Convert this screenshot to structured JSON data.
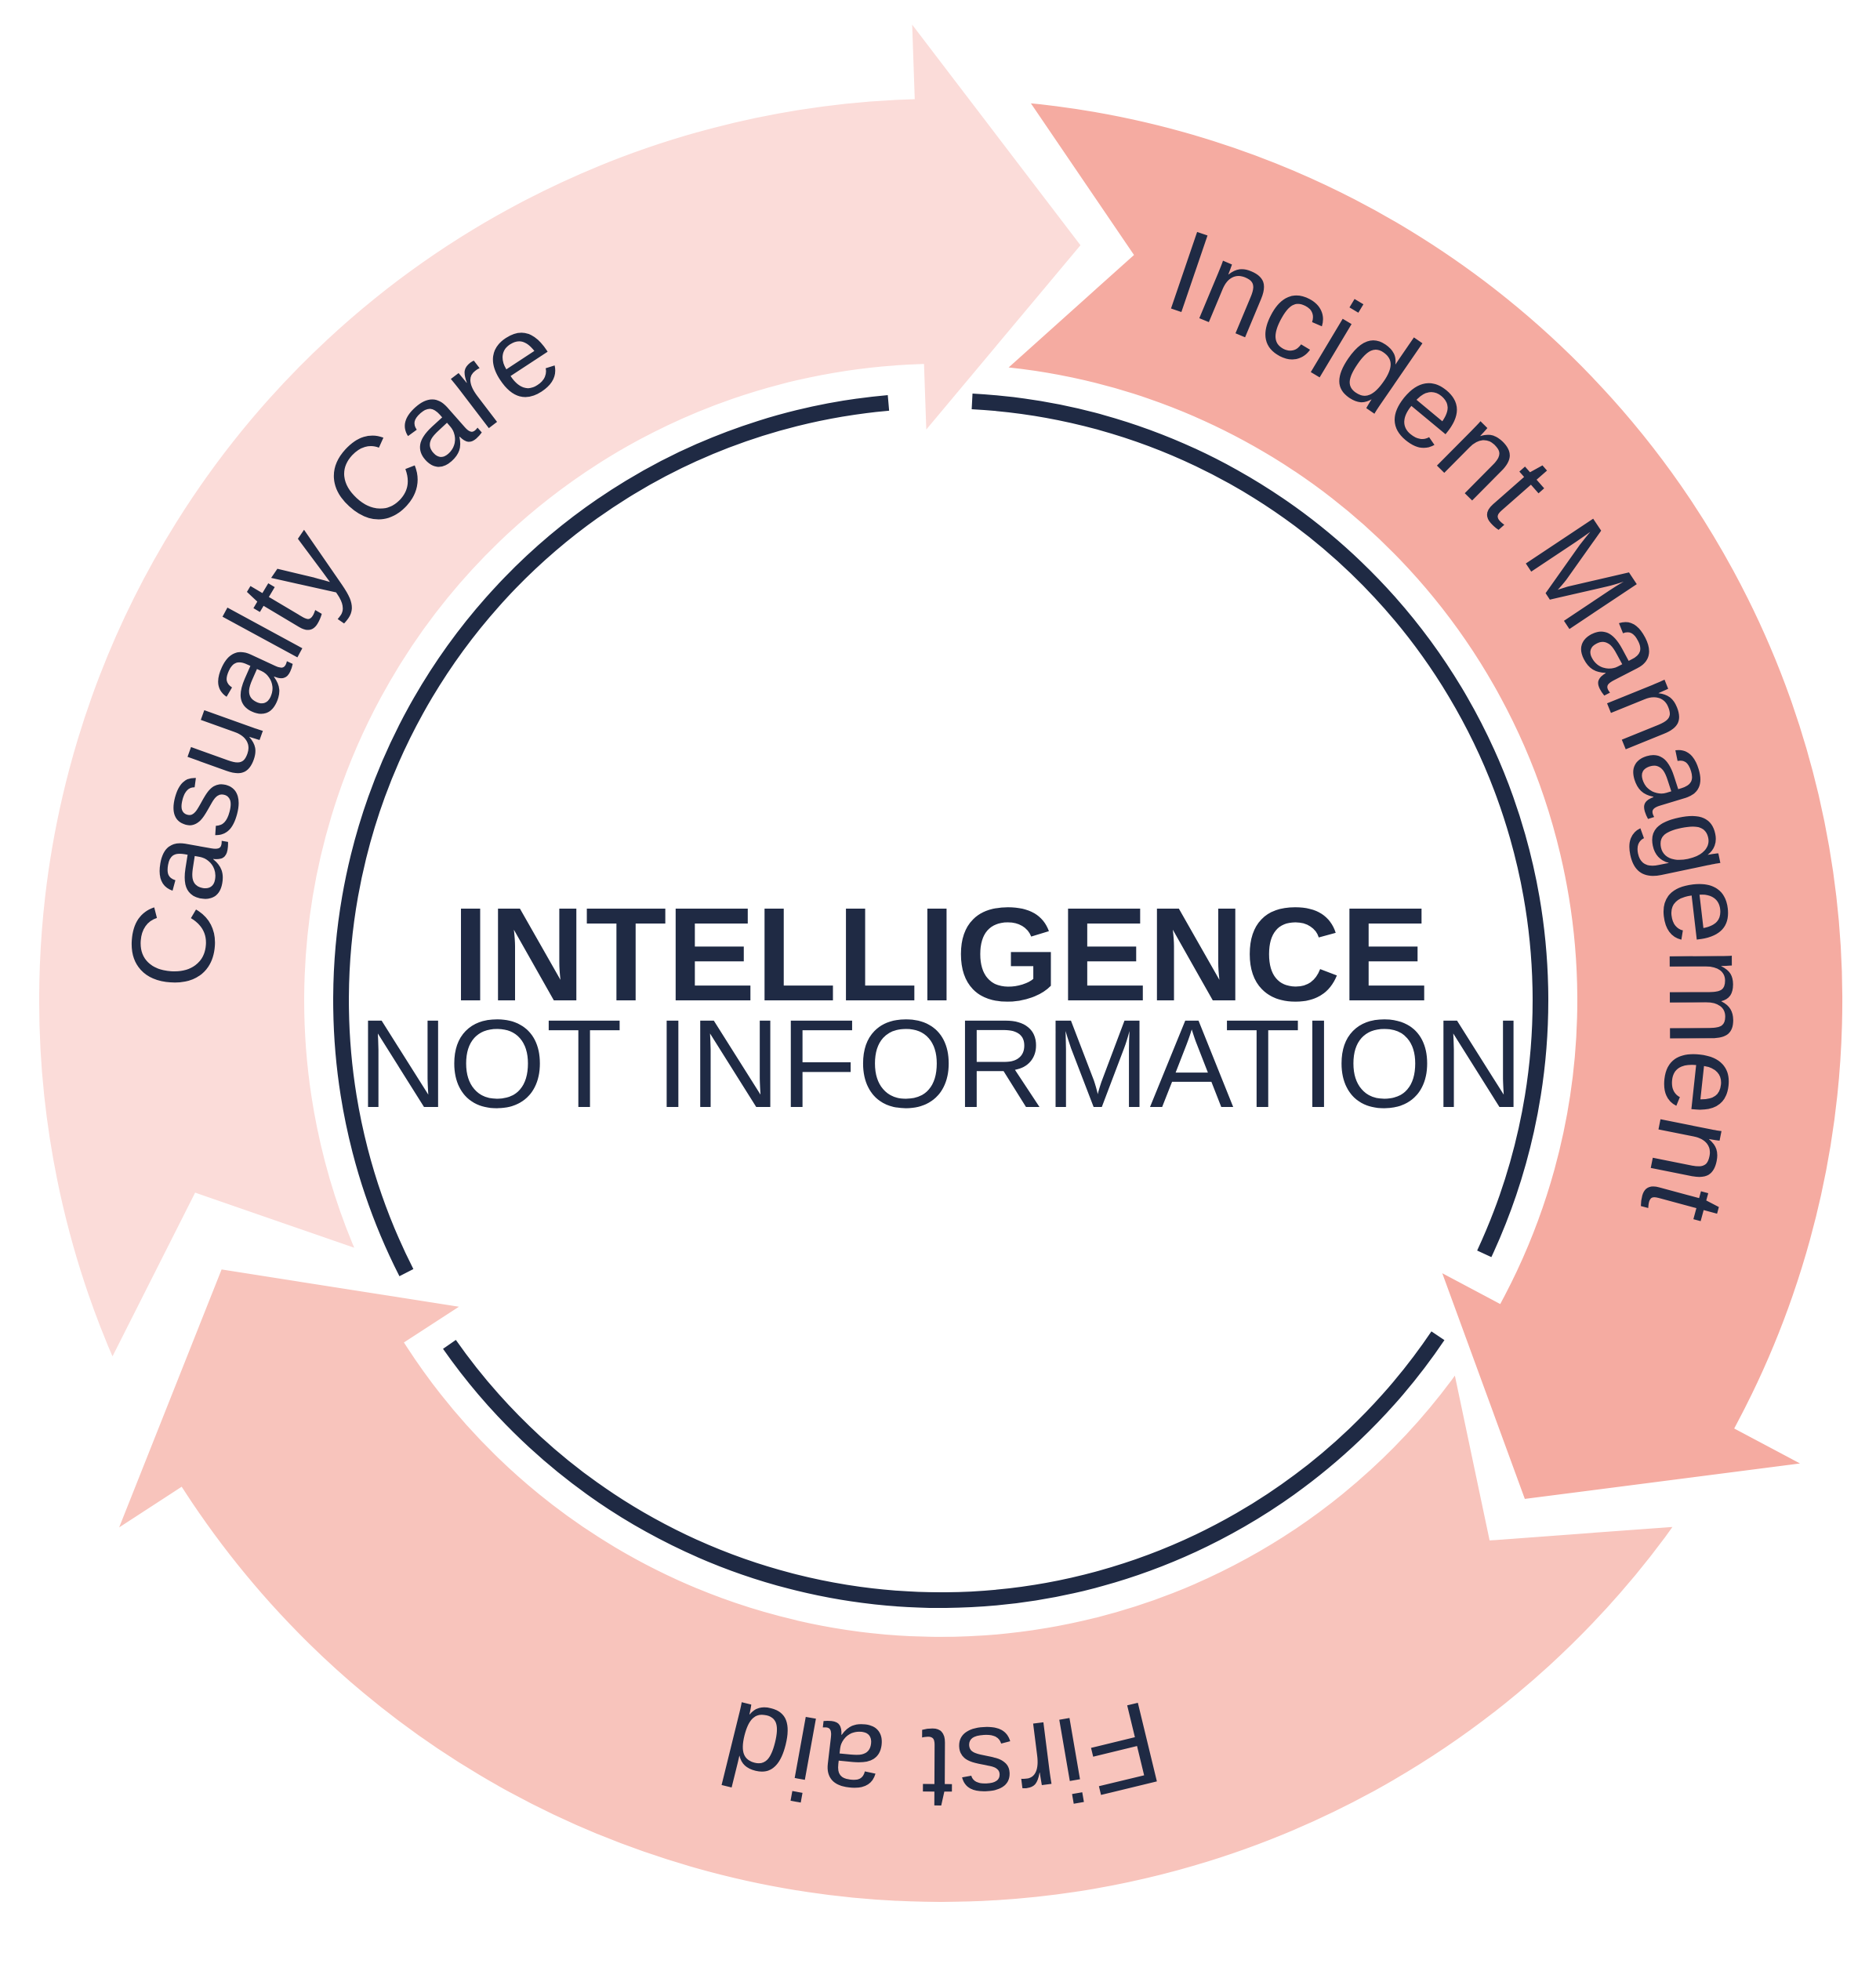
{
  "center": {
    "title": "INTELLIGENCE",
    "subtitle": "NOT INFORMATION"
  },
  "cycle": [
    {
      "label": "Casualty Care",
      "color": "#fbdcd9"
    },
    {
      "label": "Incident Management",
      "color": "#f5aba1"
    },
    {
      "label": "First aid",
      "color": "#f8c4bc"
    }
  ],
  "colors": {
    "text": "#1f2a44",
    "ring": "#1f2a44"
  }
}
